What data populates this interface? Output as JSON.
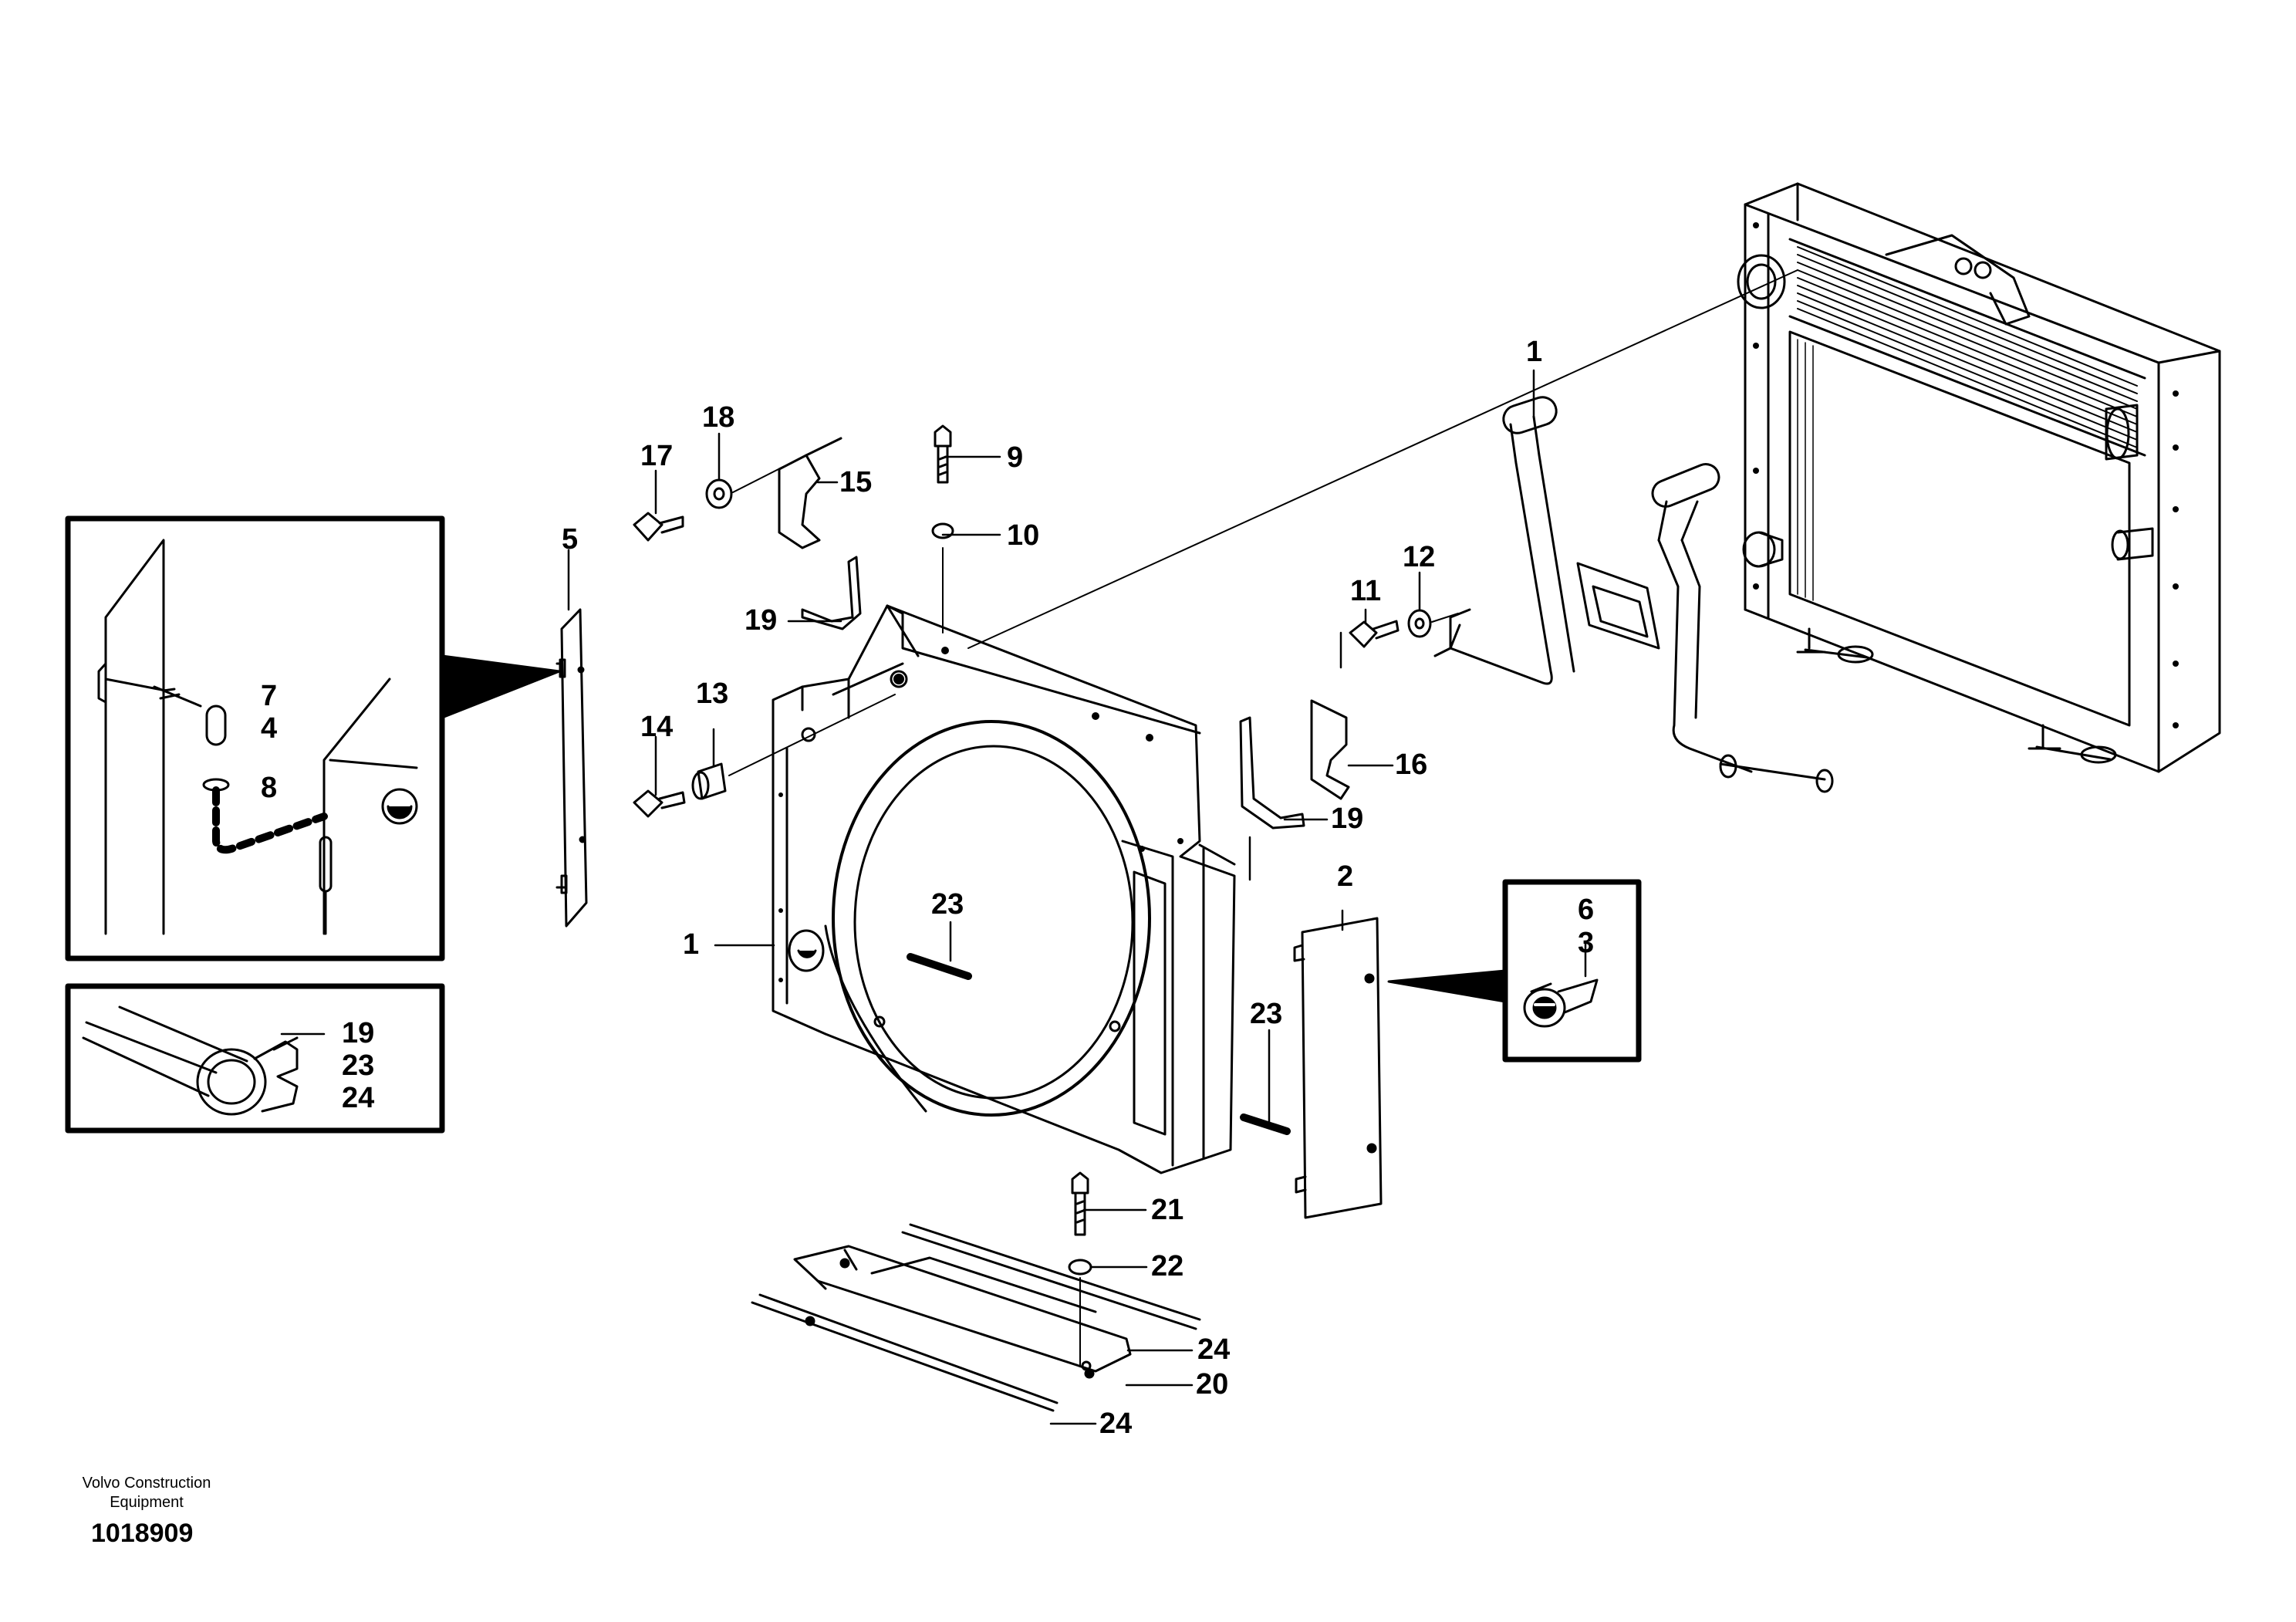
{
  "callouts": {
    "c1_top": "1",
    "c1_left": "1",
    "c2": "2",
    "c3": "3",
    "c4": "4",
    "c5": "5",
    "c6": "6",
    "c7": "7",
    "c8": "8",
    "c9": "9",
    "c10": "10",
    "c11": "11",
    "c12": "12",
    "c13": "13",
    "c14": "14",
    "c15": "15",
    "c16": "16",
    "c17": "17",
    "c18": "18",
    "c19_a": "19",
    "c19_b": "19",
    "c19_seal": "19",
    "c20": "20",
    "c21": "21",
    "c22": "22",
    "c23_a": "23",
    "c23_b": "23",
    "c23_seal": "23",
    "c24_a": "24",
    "c24_b": "24",
    "c24_seal": "24"
  },
  "footer": {
    "brand_line1": "Volvo Construction",
    "brand_line2": "Equipment",
    "drawing_number": "1018909"
  },
  "style": {
    "line_color": "#000000",
    "background": "#ffffff"
  }
}
